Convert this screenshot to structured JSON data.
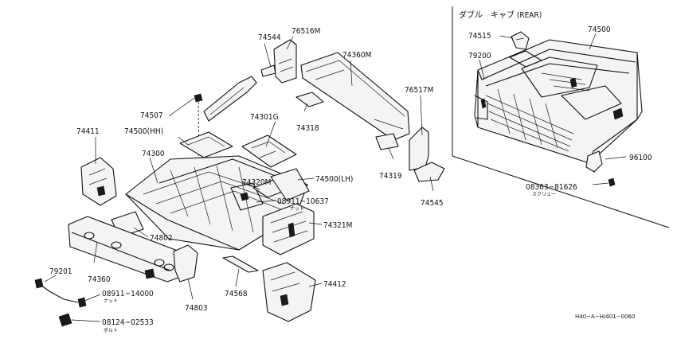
{
  "inset": {
    "title": "ダブル　キャブ (REAR)",
    "labels": {
      "p74515": "74515",
      "p74500": "74500",
      "p79200": "79200",
      "p96100": "96100",
      "p08363": "08363−81626",
      "p08363_sub": "スクリュー"
    }
  },
  "labels": {
    "p74544": "74544",
    "p76516M": "76516M",
    "p74360M": "74360M",
    "p76517M": "76517M",
    "p74507": "74507",
    "p74301G": "74301G",
    "p74318": "74318",
    "p74411": "74411",
    "p74500HH": "74500(HH)",
    "p74300": "74300",
    "p74319": "74319",
    "p74320M": "74320M",
    "p74500LH": "74500(LH)",
    "p74545": "74545",
    "p08911a": "08911−10637",
    "p08911a_sub": "ナット",
    "p74321M": "74321M",
    "p74802": "74802",
    "p79201": "79201",
    "p74360": "74360",
    "p08911b": "08911−14000",
    "p08911b_sub": "ナット",
    "p74803": "74803",
    "p74568": "74568",
    "p74412": "74412",
    "p08124": "08124−02533",
    "p08124_sub": "ボルト"
  },
  "reference_code": "H40−A−H/401−0060"
}
